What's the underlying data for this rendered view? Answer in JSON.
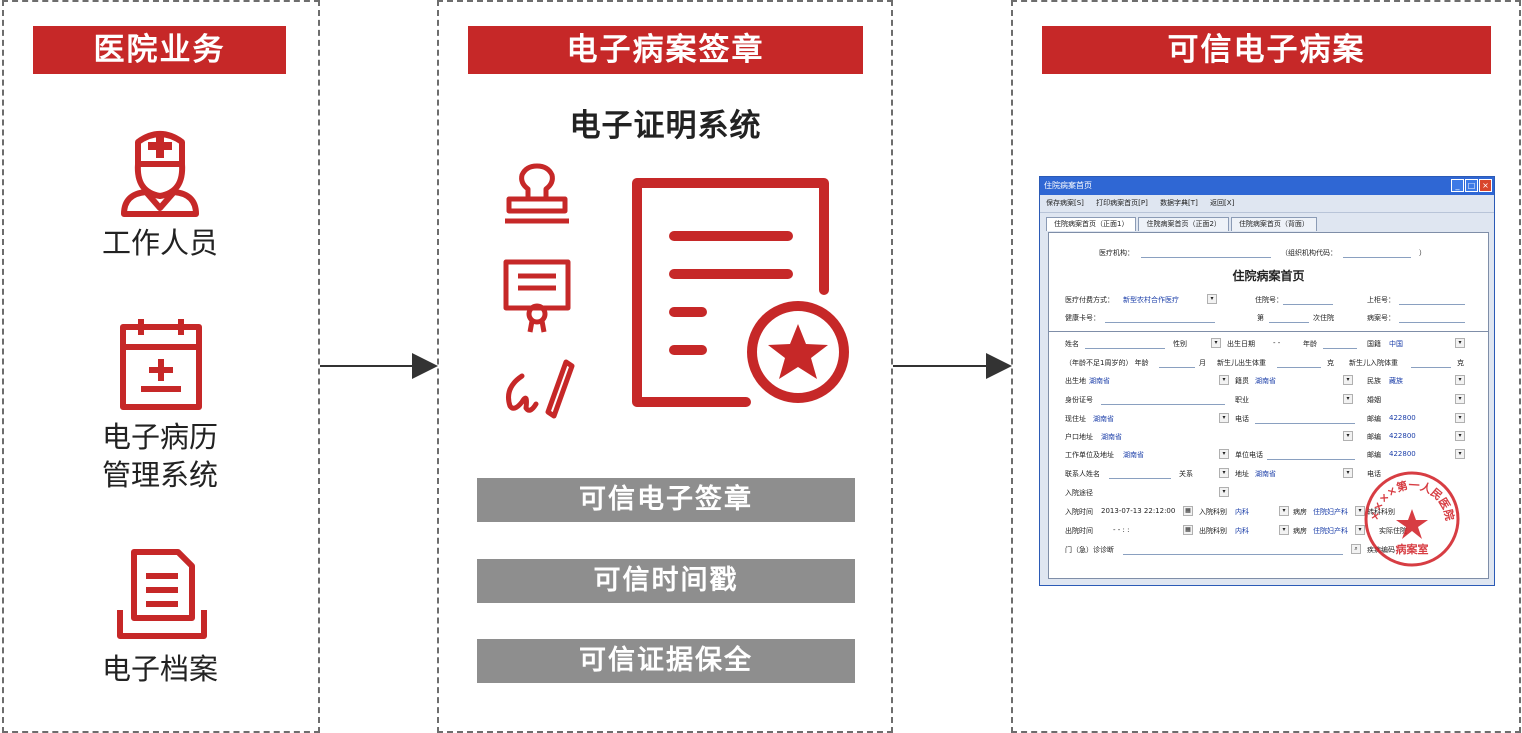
{
  "columns": {
    "left": {
      "title": "医院业务",
      "items": [
        "工作人员",
        "电子病历\n管理系统",
        "电子档案"
      ]
    },
    "middle": {
      "title": "电子病案签章",
      "subtitle": "电子证明系统",
      "buttons": [
        "可信电子签章",
        "可信时间戳",
        "可信证据保全"
      ]
    },
    "right": {
      "title": "可信电子病案"
    }
  },
  "form": {
    "window_title": "住院病案首页",
    "toolbar": [
      "保存病案[S]",
      "打印病案首页[P]",
      "数据字典[T]",
      "返回[X]"
    ],
    "tabs": [
      "住院病案首页（正面1）",
      "住院病案首页（正面2）",
      "住院病案首页（背面）"
    ],
    "heading": "住院病案首页",
    "labels": {
      "institution": "医疗机构：",
      "org_code": "（组织机构代码：",
      "org_close": "）",
      "pay_mode": "医疗付费方式：",
      "pay_value": "新型农村合作医疗",
      "inpatient_no": "住院号：",
      "archive_no": "上柜号：",
      "health_card": "健康卡号：",
      "nth": "第",
      "times": "次住院",
      "case_no": "病案号：",
      "name": "姓名",
      "sex": "性别",
      "birthdate": "出生日期",
      "birthdate_value": "-  -",
      "age": "年龄",
      "nationality": "国籍",
      "nationality_value": "中国",
      "infant_age": "（年龄不足1周岁的）  年龄",
      "month": "月",
      "newborn_weight": "新生儿出生体重",
      "gram": "克",
      "newborn_in_weight": "新生儿入院体重",
      "gram2": "克",
      "birthplace": "出生地",
      "province": "湖南省",
      "native": "籍贯",
      "ethnic": "民族",
      "ethnic_value": "藏族",
      "id_no": "身份证号",
      "job": "职业",
      "marital": "婚姻",
      "address": "现住址",
      "phone": "电话",
      "postcode": "邮编",
      "postcode_value": "422800",
      "hukou": "户口地址",
      "work_unit": "工作单位及地址",
      "work_phone": "单位电话",
      "contact": "联系人姓名",
      "relation": "关系",
      "addr2": "地址",
      "phone2": "电话",
      "admit_path": "入院途径",
      "admit_time": "入院时间",
      "admit_time_value": "2013-07-13 22:12:00",
      "admit_dept": "入院科别",
      "dept_value": "内科",
      "ward": "病房",
      "ward_value": "住院妇产科",
      "transfer": "转科科别",
      "discharge_time": "出院时间",
      "discharge_time_value": "-  -     :  :",
      "discharge_dept": "出院科别",
      "actual_days": "实际住院",
      "diagnosis": "门（急）诊诊断",
      "disease_code": "疾病编码"
    },
    "stamp": {
      "ring_text": "××××第一人民医院",
      "bottom_text": "病案室"
    }
  },
  "colors": {
    "accent": "#c62828",
    "gray": "#8e8e8e",
    "form_blue": "#2f67d4"
  }
}
